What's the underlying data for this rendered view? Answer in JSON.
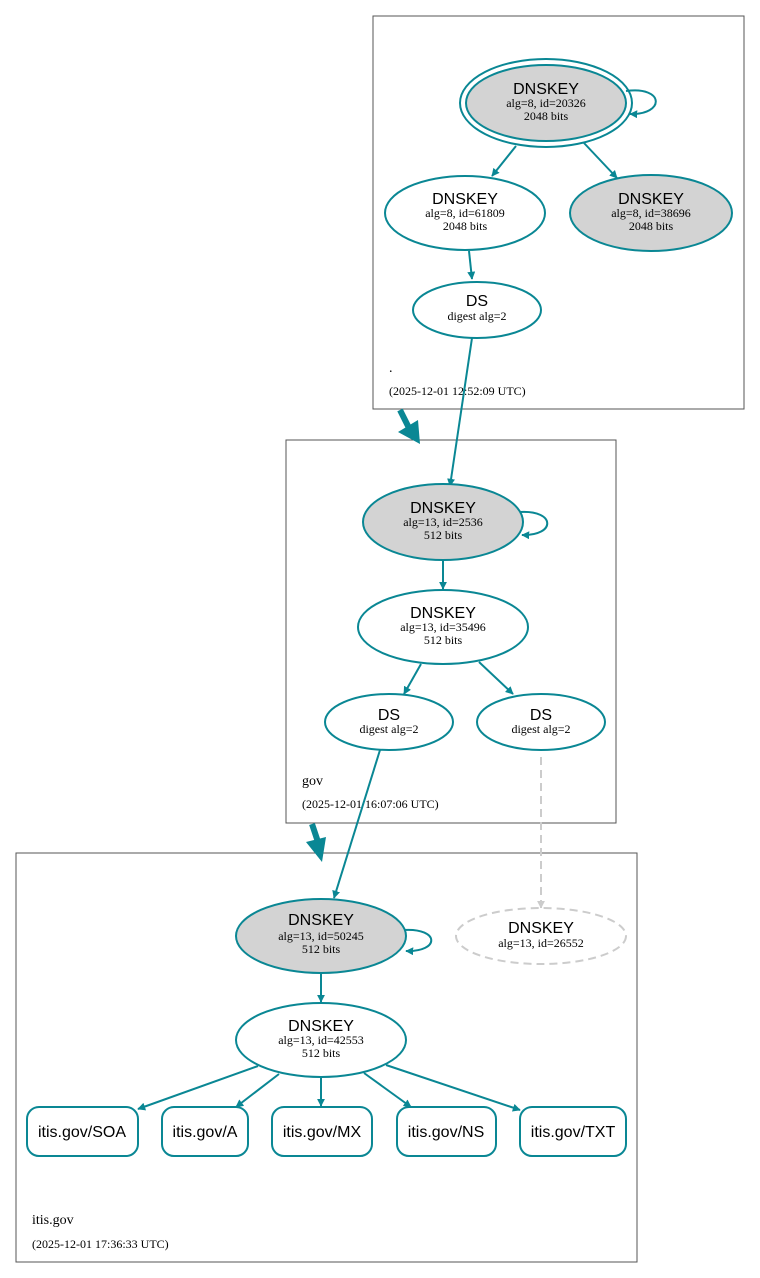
{
  "colors": {
    "edge": "#0a8794",
    "node_stroke": "#0a8794",
    "sep_fill": "#d3d3d3",
    "dangling": "#cccccc"
  },
  "zones": [
    {
      "name": ".",
      "timestamp": "(2025-12-01 12:52:09 UTC)",
      "nodes": [
        {
          "id": "root-ksk",
          "type": "DNSKEY",
          "title": "DNSKEY",
          "line1": "alg=8, id=20326",
          "line2": "2048 bits",
          "sep": true,
          "trust_anchor": true
        },
        {
          "id": "root-zsk",
          "type": "DNSKEY",
          "title": "DNSKEY",
          "line1": "alg=8, id=61809",
          "line2": "2048 bits",
          "sep": false
        },
        {
          "id": "root-ksk2",
          "type": "DNSKEY",
          "title": "DNSKEY",
          "line1": "alg=8, id=38696",
          "line2": "2048 bits",
          "sep": true
        },
        {
          "id": "root-ds",
          "type": "DS",
          "title": "DS",
          "line1": "digest alg=2"
        }
      ]
    },
    {
      "name": "gov",
      "timestamp": "(2025-12-01 16:07:06 UTC)",
      "nodes": [
        {
          "id": "gov-ksk",
          "type": "DNSKEY",
          "title": "DNSKEY",
          "line1": "alg=13, id=2536",
          "line2": "512 bits",
          "sep": true
        },
        {
          "id": "gov-zsk",
          "type": "DNSKEY",
          "title": "DNSKEY",
          "line1": "alg=13, id=35496",
          "line2": "512 bits",
          "sep": false
        },
        {
          "id": "gov-ds1",
          "type": "DS",
          "title": "DS",
          "line1": "digest alg=2"
        },
        {
          "id": "gov-ds2",
          "type": "DS",
          "title": "DS",
          "line1": "digest alg=2"
        }
      ]
    },
    {
      "name": "itis.gov",
      "timestamp": "(2025-12-01 17:36:33 UTC)",
      "nodes": [
        {
          "id": "itis-ksk",
          "type": "DNSKEY",
          "title": "DNSKEY",
          "line1": "alg=13, id=50245",
          "line2": "512 bits",
          "sep": true
        },
        {
          "id": "itis-missing",
          "type": "DNSKEY",
          "title": "DNSKEY",
          "line1": "alg=13, id=26552",
          "missing": true
        },
        {
          "id": "itis-zsk",
          "type": "DNSKEY",
          "title": "DNSKEY",
          "line1": "alg=13, id=42553",
          "line2": "512 bits",
          "sep": false
        }
      ],
      "rrsets": [
        "itis.gov/SOA",
        "itis.gov/A",
        "itis.gov/MX",
        "itis.gov/NS",
        "itis.gov/TXT"
      ]
    }
  ]
}
